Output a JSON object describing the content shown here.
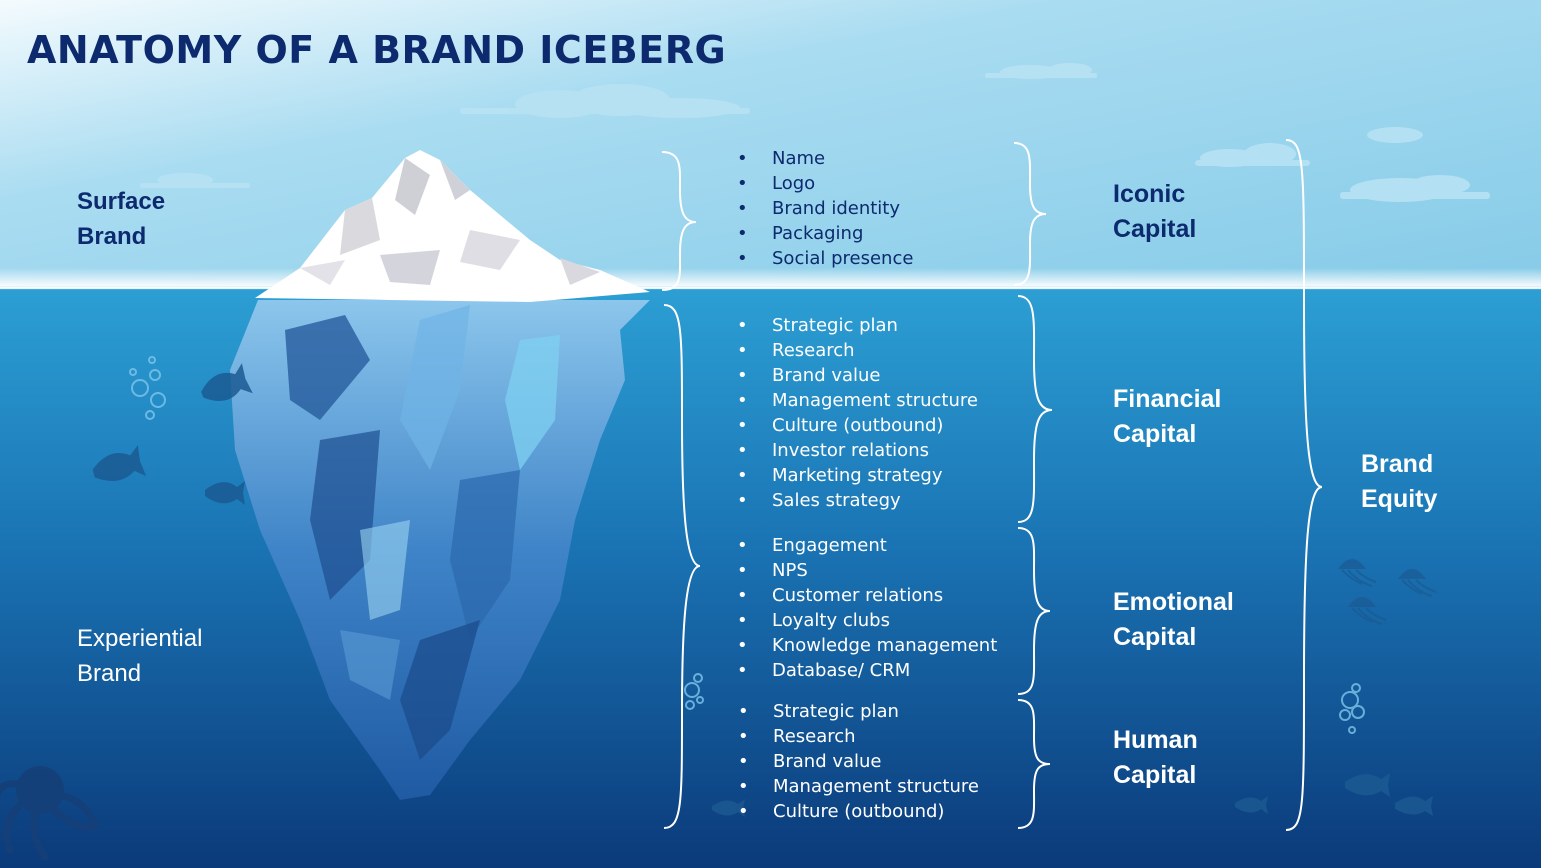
{
  "title": "ANATOMY OF A BRAND ICEBERG",
  "zones": {
    "surface": [
      "Surface",
      "Brand"
    ],
    "experiential": [
      "Experiential",
      "Brand"
    ]
  },
  "lists": {
    "iconic": [
      "Name",
      "Logo",
      "Brand identity",
      "Packaging",
      "Social presence"
    ],
    "financial": [
      "Strategic plan",
      "Research",
      "Brand value",
      "Management structure",
      "Culture (outbound)",
      "Investor relations",
      "Marketing strategy",
      "Sales strategy"
    ],
    "emotional": [
      "Engagement",
      "NPS",
      "Customer relations",
      "Loyalty clubs",
      "Knowledge management",
      "Database/ CRM"
    ],
    "human": [
      "Strategic plan",
      "Research",
      "Brand value",
      "Management structure",
      "Culture (outbound)"
    ]
  },
  "capitals": {
    "iconic": [
      "Iconic",
      "Capital"
    ],
    "financial": [
      "Financial",
      "Capital"
    ],
    "emotional": [
      "Emotional",
      "Capital"
    ],
    "human": [
      "Human",
      "Capital"
    ],
    "equity": [
      "Brand",
      "Equity"
    ]
  },
  "colors": {
    "sky_top": "#e8f5fb",
    "sky_bottom": "#8fd0ec",
    "sea_top": "#2e9fd3",
    "sea_bottom": "#0b3a7a",
    "title": "#0d2a6e",
    "ice_top": "#ffffff",
    "ice_under": "#4a8ed0"
  },
  "icons": [
    "cloud-icon",
    "fish-icon",
    "jellyfish-icon",
    "bubbles-icon",
    "octopus-icon",
    "iceberg-icon"
  ]
}
